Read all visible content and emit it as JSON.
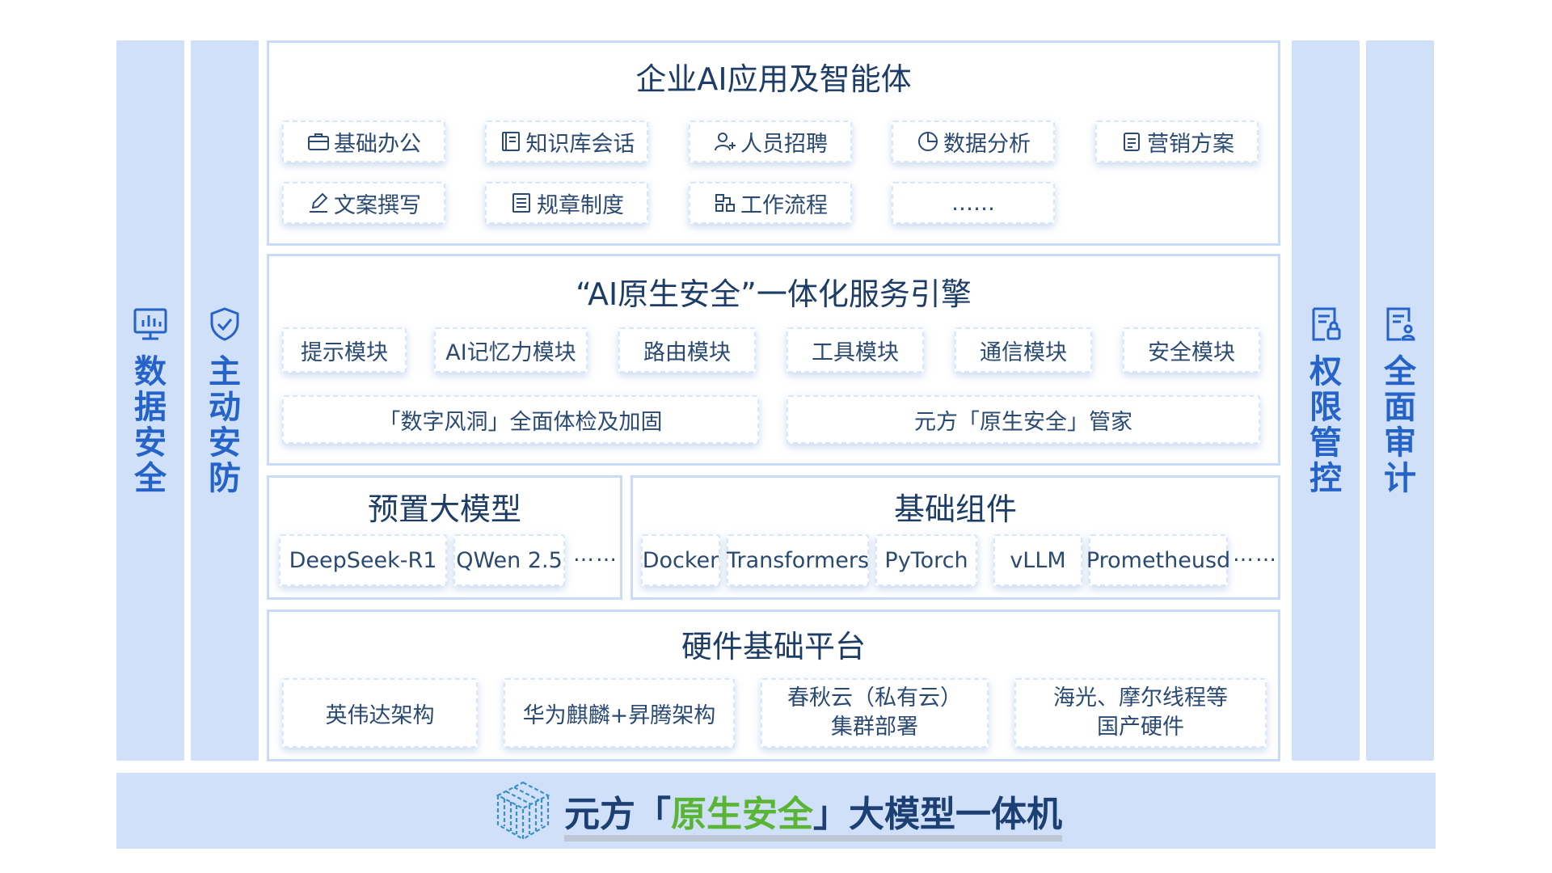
{
  "pillars": {
    "data_security": "数据安全",
    "active_defense": "主动安防",
    "permission_control": "权限管控",
    "full_audit": "全面审计"
  },
  "apps": {
    "title": "企业AI应用及智能体",
    "items": [
      "基础办公",
      "知识库会话",
      "人员招聘",
      "数据分析",
      "营销方案",
      "文案撰写",
      "规章制度",
      "工作流程",
      "……"
    ]
  },
  "engine": {
    "title": "“AI原生安全”一体化服务引擎",
    "modules": [
      "提示模块",
      "AI记忆力模块",
      "路由模块",
      "工具模块",
      "通信模块",
      "安全模块"
    ],
    "wide": [
      "「数字风洞」全面体检及加固",
      "元方「原生安全」管家"
    ]
  },
  "models": {
    "title": "预置大模型",
    "items": [
      "DeepSeek-R1",
      "QWen 2.5"
    ],
    "more": "……"
  },
  "components": {
    "title": "基础组件",
    "items": [
      "Docker",
      "Transformers",
      "PyTorch",
      "vLLM",
      "Prometheusd"
    ],
    "more": "……"
  },
  "hardware": {
    "title": "硬件基础平台",
    "nvidia": "英伟达架构",
    "huawei": "华为麒麟+昇腾架构",
    "chunqiu_line1": "春秋云（私有云）",
    "chunqiu_line2": "集群部署",
    "domestic_line1": "海光、摩尔线程等",
    "domestic_line2": "国产硬件"
  },
  "banner": {
    "prefix": "元方「",
    "highlight": "原生安全",
    "suffix": "」大模型一体机"
  },
  "colors": {
    "pillar_bg": "#cfe0f8",
    "accent_blue": "#2563c9",
    "highlight_green": "#5bb534",
    "panel_border": "#c9dbf6"
  },
  "icons": {
    "data_security": "monitor-chart-icon",
    "active_defense": "shield-check-icon",
    "permission_control": "document-lock-icon",
    "full_audit": "document-person-icon"
  }
}
